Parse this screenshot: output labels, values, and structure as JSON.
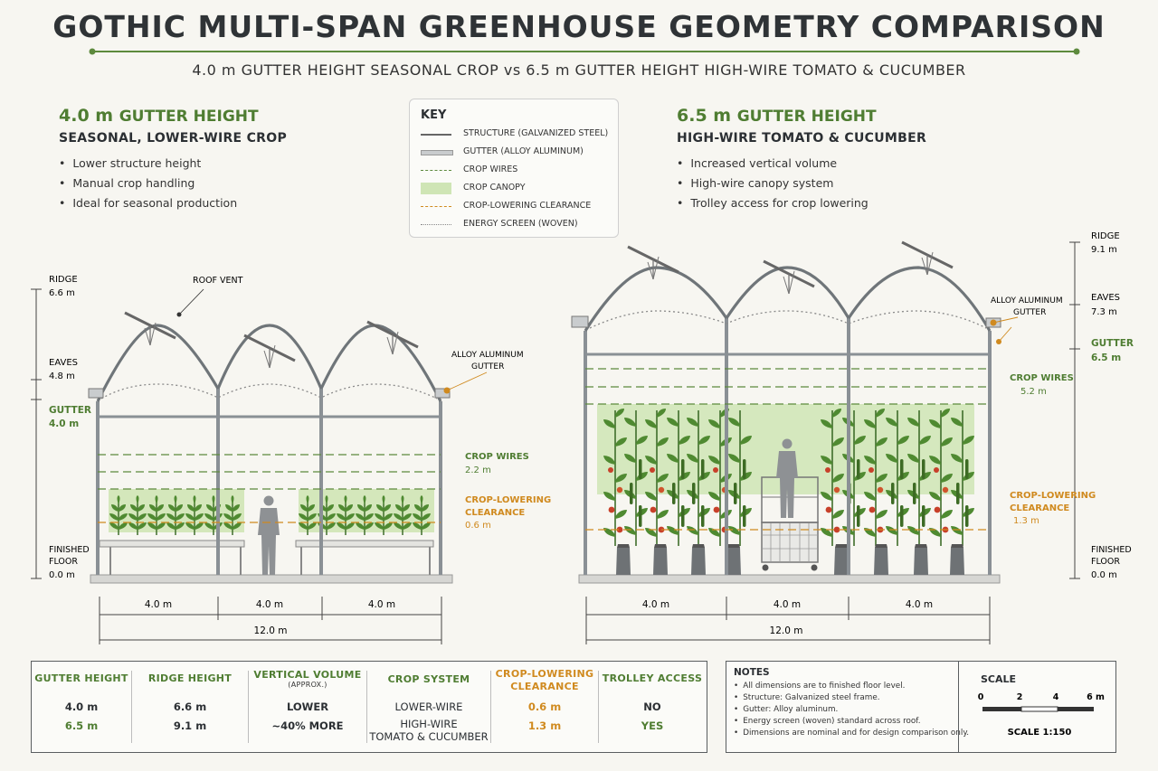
{
  "title": "GOTHIC MULTI-SPAN GREENHOUSE GEOMETRY COMPARISON",
  "subtitle": "4.0 m GUTTER HEIGHT SEASONAL CROP  vs  6.5 m GUTTER HEIGHT HIGH-WIRE TOMATO & CUCUMBER",
  "left": {
    "heading_value": "4.0 m",
    "heading_label": "GUTTER HEIGHT",
    "subheading": "SEASONAL, LOWER-WIRE CROP",
    "bullets": [
      "Lower structure height",
      "Manual crop handling",
      "Ideal for seasonal production"
    ],
    "labels": {
      "ridge": "RIDGE",
      "ridge_val": "6.6 m",
      "eaves": "EAVES",
      "eaves_val": "4.8 m",
      "gutter": "GUTTER",
      "gutter_val": "4.0 m",
      "floor1": "FINISHED",
      "floor2": "FLOOR",
      "floor_val": "0.0 m",
      "roof_vent": "ROOF VENT",
      "alloy1": "ALLOY ALUMINUM",
      "alloy2": "GUTTER",
      "wires": "CROP WIRES",
      "wires_val": "2.2 m",
      "clear1": "CROP-LOWERING",
      "clear2": "CLEARANCE",
      "clear_val": "0.6 m"
    },
    "spans": [
      "4.0 m",
      "4.0 m",
      "4.0 m"
    ],
    "total": "12.0 m"
  },
  "right": {
    "heading_value": "6.5 m",
    "heading_label": "GUTTER HEIGHT",
    "subheading": "HIGH-WIRE TOMATO & CUCUMBER",
    "bullets": [
      "Increased vertical volume",
      "High-wire canopy system",
      "Trolley access for crop lowering"
    ],
    "labels": {
      "ridge": "RIDGE",
      "ridge_val": "9.1 m",
      "eaves": "EAVES",
      "eaves_val": "7.3 m",
      "gutter": "GUTTER",
      "gutter_val": "6.5 m",
      "floor1": "FINISHED",
      "floor2": "FLOOR",
      "floor_val": "0.0 m",
      "alloy1": "ALLOY ALUMINUM",
      "alloy2": "GUTTER",
      "wires": "CROP WIRES",
      "wires_val": "5.2 m",
      "clear1": "CROP-LOWERING",
      "clear2": "CLEARANCE",
      "clear_val": "1.3 m"
    },
    "spans": [
      "4.0 m",
      "4.0 m",
      "4.0 m"
    ],
    "total": "12.0 m"
  },
  "key": {
    "title": "KEY",
    "items": [
      "STRUCTURE (GALVANIZED STEEL)",
      "GUTTER (ALLOY ALUMINUM)",
      "CROP WIRES",
      "CROP CANOPY",
      "CROP-LOWERING CLEARANCE",
      "ENERGY SCREEN (WOVEN)"
    ]
  },
  "table": {
    "h_gutter": "GUTTER HEIGHT",
    "h_ridge": "RIDGE HEIGHT",
    "h_volume": "VERTICAL VOLUME",
    "h_volume_sub": "(APPROX.)",
    "h_crop": "CROP SYSTEM",
    "h_clear1": "CROP-LOWERING",
    "h_clear2": "CLEARANCE",
    "h_trolley": "TROLLEY ACCESS",
    "r1": {
      "gutter": "4.0 m",
      "ridge": "6.6 m",
      "volume": "LOWER",
      "crop": "LOWER-WIRE",
      "clear": "0.6 m",
      "trolley": "NO"
    },
    "r2": {
      "gutter": "6.5 m",
      "ridge": "9.1 m",
      "volume": "~40% MORE",
      "crop1": "HIGH-WIRE",
      "crop2": "TOMATO & CUCUMBER",
      "clear": "1.3 m",
      "trolley": "YES"
    }
  },
  "notes": {
    "title": "NOTES",
    "items": [
      "All dimensions are to finished floor level.",
      "Structure: Galvanized steel frame.",
      "Gutter: Alloy aluminum.",
      "Energy screen (woven) standard across roof.",
      "Dimensions are nominal and for design comparison only."
    ]
  },
  "scale": {
    "title": "SCALE",
    "ticks": [
      "0",
      "2",
      "4",
      "6 m"
    ],
    "ratio": "SCALE 1:150"
  },
  "colors": {
    "steel": "#8a8f93",
    "green": "#4f7d32",
    "orange": "#d08a1f",
    "canopy": "#cfe5b5"
  }
}
